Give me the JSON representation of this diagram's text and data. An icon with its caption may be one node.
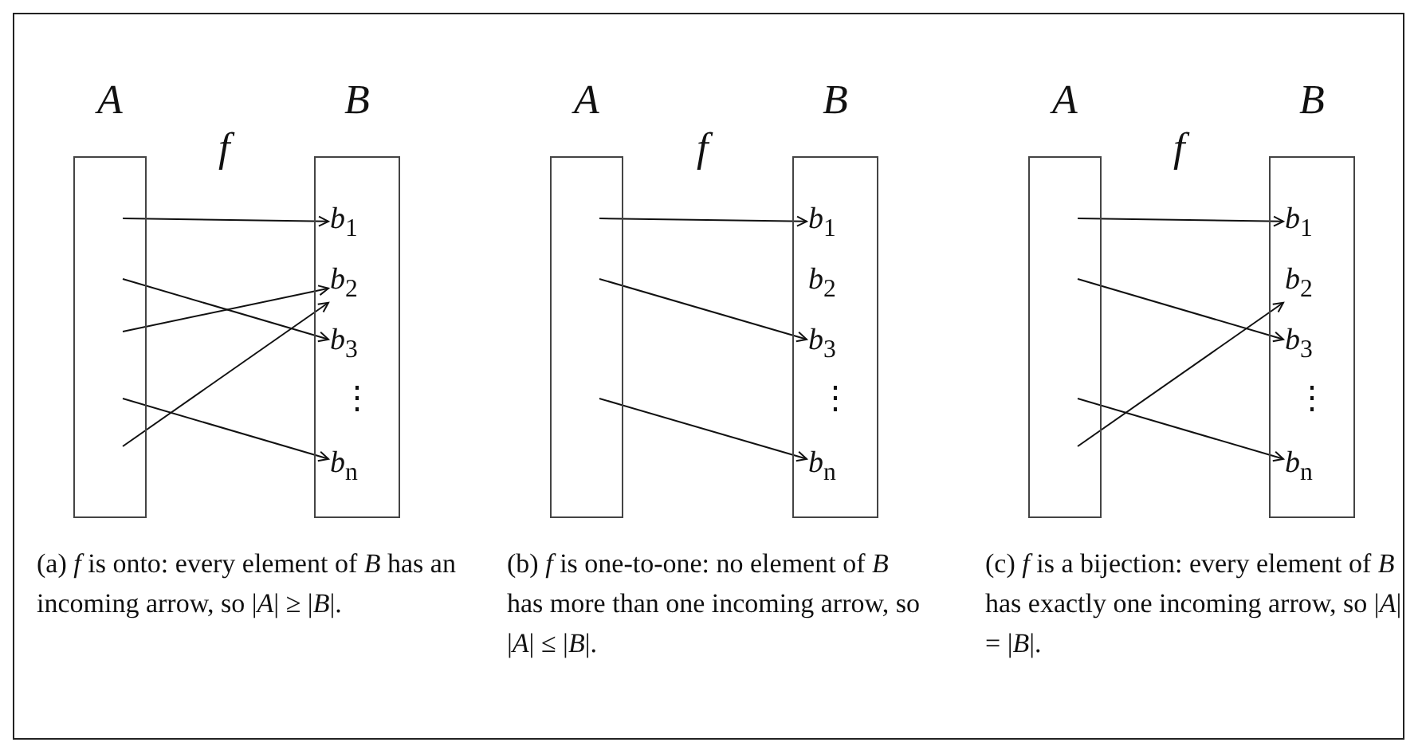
{
  "diagram": {
    "nodes": [
      {
        "text": [
          "A"
        ]
      },
      {
        "text": [
          "B"
        ]
      },
      {
        "text": [
          "*b*$_{1}$"
        ],
        "in": 1
      },
      {
        "text": [
          "*b*$_{2}$"
        ],
        "in": 1
      },
      {
        "text": [
          "*b*$_{3}$"
        ],
        "in": 1
      },
      {
        "text": [
          "*b*$_{n}$"
        ],
        "in": 1
      },
      {
        "text": [
          "A"
        ]
      },
      {
        "text": [
          "B"
        ]
      },
      {
        "text": [
          "*b*$_{1}$"
        ],
        "in": 7
      },
      {
        "text": [
          "*b*$_{2}$"
        ],
        "in": 7
      },
      {
        "text": [
          "*b*$_{3}$"
        ],
        "in": 7
      },
      {
        "text": [
          "*b*$_{n}$"
        ],
        "in": 7
      },
      {
        "text": [
          "A"
        ]
      },
      {
        "text": [
          "B"
        ]
      },
      {
        "text": [
          "*b*$_{1}$"
        ],
        "in": 13
      },
      {
        "text": [
          "*b*$_{2}$"
        ],
        "in": 13
      },
      {
        "text": [
          "*b*$_{3}$"
        ],
        "in": 13
      },
      {
        "text": [
          "*b*$_{n}$"
        ],
        "in": 13
      }
    ],
    "edges": [
      {
        "from": 0,
        "to": 2,
        "arrow": "to"
      },
      {
        "from": 0,
        "to": 4,
        "arrow": "to"
      },
      {
        "from": 0,
        "to": 3,
        "arrow": "to"
      },
      {
        "from": 0,
        "to": 5,
        "arrow": "to"
      },
      {
        "from": 0,
        "to": 3,
        "arrow": "to"
      },
      {
        "from": 6,
        "to": 8,
        "arrow": "to"
      },
      {
        "from": 6,
        "to": 10,
        "arrow": "to"
      },
      {
        "from": 6,
        "to": 11,
        "arrow": "to"
      },
      {
        "from": 12,
        "to": 14,
        "arrow": "to"
      },
      {
        "from": 12,
        "to": 16,
        "arrow": "to"
      },
      {
        "from": 12,
        "to": 17,
        "arrow": "to"
      },
      {
        "from": 12,
        "to": 15,
        "arrow": "to"
      }
    ],
    "labels": [
      "f",
      "⋮",
      "f",
      "⋮",
      "f",
      "⋮",
      "(a) *f* is onto: every element of *B* has an incoming arrow, so |*A*| ≥ |*B*|.",
      "(b) *f* is one-to-one: no element of *B* has more than one incoming arrow, so |*A*| ≤ |*B*|.",
      "(c) *f* is a bijection: every element of *B* has exactly one incoming arrow, so |*A*| = |*B*|."
    ]
  }
}
